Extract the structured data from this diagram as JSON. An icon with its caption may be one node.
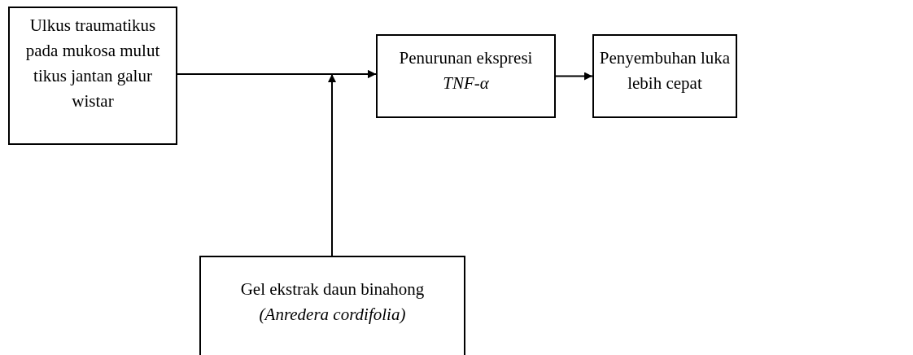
{
  "diagram": {
    "nodes": [
      {
        "text": [
          "Ulkus traumatikus pada mukosa mulut tikus jantan galur wistar"
        ]
      },
      {
        "text": [
          "Penurunan ekspresi *TNF-α*"
        ]
      },
      {
        "text": [
          "Penyembuhan luka lebih cepat"
        ]
      },
      {
        "text": [
          "Gel ekstrak daun binahong *(Anredera cordifolia)*"
        ]
      }
    ],
    "edges": [
      {
        "from": 0,
        "to": 1,
        "arrow": "to"
      },
      {
        "from": 1,
        "to": 2,
        "arrow": "to"
      },
      {
        "from": 3,
        "to": 1,
        "arrow": "to"
      }
    ]
  }
}
